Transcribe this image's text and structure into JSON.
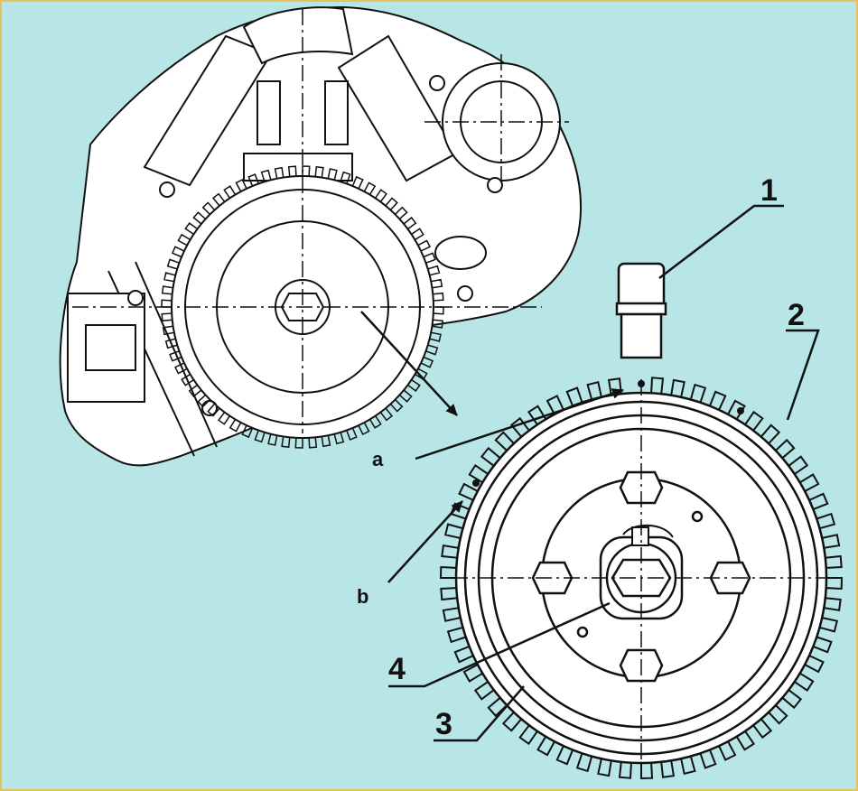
{
  "callouts": [
    {
      "id": "1",
      "text": "1"
    },
    {
      "id": "2",
      "text": "2"
    },
    {
      "id": "3",
      "text": "3"
    },
    {
      "id": "4",
      "text": "4"
    }
  ],
  "letters": [
    {
      "id": "a",
      "text": "a"
    },
    {
      "id": "b",
      "text": "b"
    }
  ],
  "colors": {
    "background": "#b8e6e6",
    "ink": "#111111",
    "part_fill": "#ffffff",
    "border": "#e8c15a"
  },
  "components": {
    "engine_block": "engine-cutaway-drawing",
    "flywheel": "toothed-timing-disk",
    "sensor": "crankshaft-position-sensor"
  }
}
